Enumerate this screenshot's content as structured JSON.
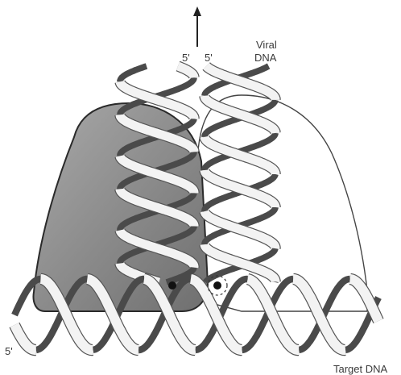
{
  "labels": {
    "viral_line1": "Viral",
    "viral_line2": "DNA",
    "five_prime_left": "5'",
    "five_prime_right": "5'",
    "five_prime_bottom": "5'",
    "target_dna": "Target DNA"
  },
  "colors": {
    "dark_domain": "#6f6f6f",
    "dark_domain_light": "#a9a9a9",
    "strand_fill": "#f3f3f3",
    "strand_edge": "#555555",
    "back_strand": "#4a4a4a",
    "background": "#ffffff"
  },
  "elements": {
    "arrow": "up-arrow",
    "dark_domain": "integrase-domain-shaded",
    "light_domain": "integrase-domain-outline",
    "viral_helices": 2,
    "target_helix": 1,
    "cleavage_sites": 2
  }
}
